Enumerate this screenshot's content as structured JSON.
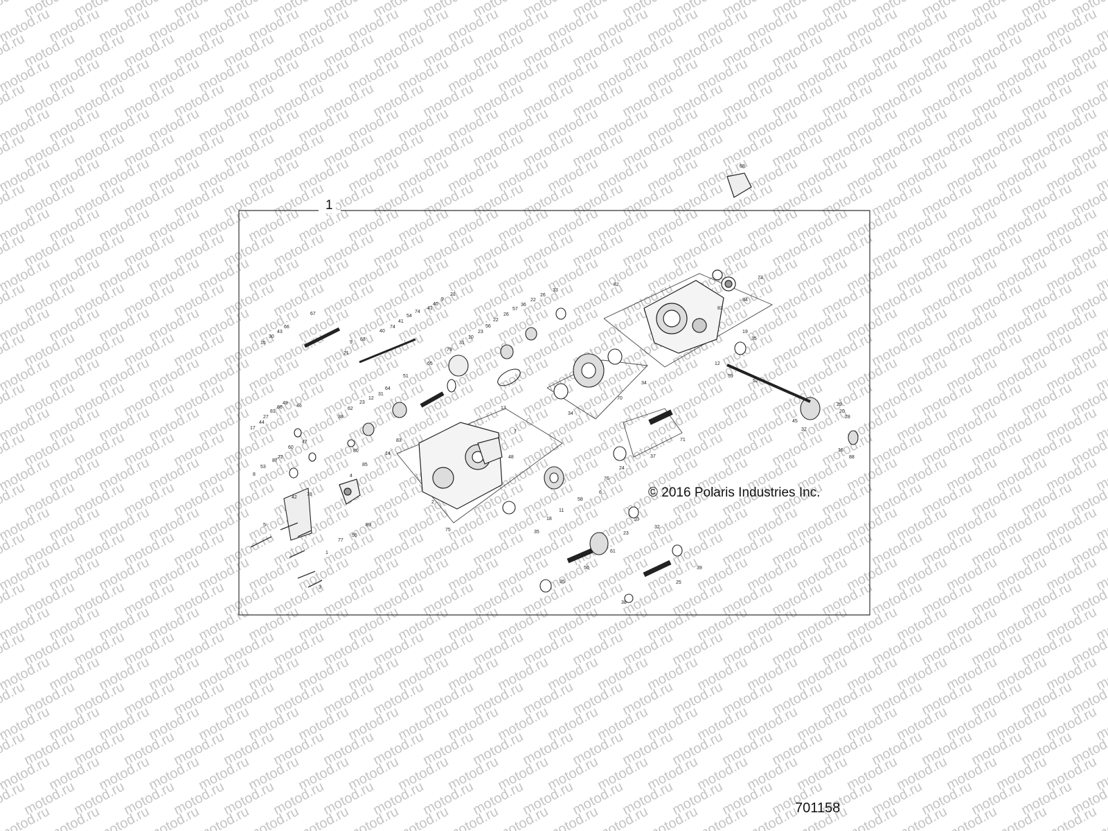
{
  "frame_label": "1",
  "copyright": "© 2016 Polaris Industries Inc.",
  "drawing_number": "701158",
  "watermark_text": "motod.ru",
  "callouts": [
    "15",
    "30",
    "43",
    "66",
    "67",
    "21",
    "9",
    "63",
    "40",
    "74",
    "41",
    "54",
    "74",
    "41",
    "40",
    "9",
    "21",
    "79",
    "31",
    "10",
    "23",
    "56",
    "22",
    "26",
    "57",
    "36",
    "22",
    "26",
    "33",
    "65",
    "51",
    "64",
    "31",
    "12",
    "23",
    "62",
    "38",
    "13",
    "7",
    "48",
    "83",
    "14",
    "17",
    "44",
    "27",
    "81",
    "86",
    "49",
    "46",
    "47",
    "60",
    "53",
    "87",
    "72",
    "8",
    "42",
    "78",
    "5",
    "80",
    "85",
    "4",
    "89",
    "55",
    "77",
    "1",
    "3",
    "2",
    "75",
    "82",
    "68",
    "73",
    "84",
    "83",
    "19",
    "35",
    "12",
    "59",
    "52",
    "45",
    "32",
    "29",
    "20",
    "28",
    "16",
    "88",
    "34",
    "70",
    "34",
    "71",
    "37",
    "24",
    "76",
    "6",
    "58",
    "11",
    "18",
    "35",
    "23",
    "10",
    "32",
    "61",
    "50",
    "35",
    "39",
    "25",
    "38"
  ]
}
